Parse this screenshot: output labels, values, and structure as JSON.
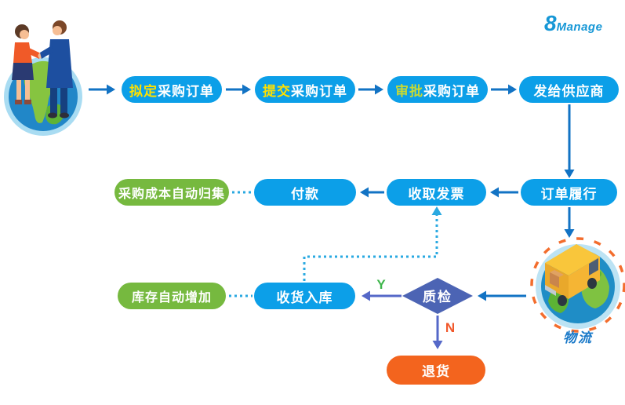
{
  "logo": {
    "prefix": "8",
    "name": "Manage"
  },
  "flow": {
    "draft": {
      "highlight": "拟定",
      "rest": "采购订单"
    },
    "submit": {
      "highlight": "提交",
      "rest": "采购订单"
    },
    "approve": {
      "highlight": "审批",
      "rest": "采购订单"
    },
    "send": {
      "label": "发给供应商"
    },
    "fulfill": {
      "label": "订单履行"
    },
    "invoice": {
      "label": "收取发票"
    },
    "pay": {
      "label": "付款"
    },
    "cost": {
      "label": "采购成本自动归集"
    },
    "receive": {
      "label": "收货入库"
    },
    "stock": {
      "label": "库存自动增加"
    },
    "qc": {
      "label": "质检"
    },
    "return": {
      "label": "退货"
    },
    "logistics": {
      "label": "物流"
    },
    "yes": "Y",
    "no": "N"
  },
  "colors": {
    "pill_blue": "#0C9FE8",
    "pill_green": "#76B93F",
    "pill_orange": "#F3641E",
    "diamond_blue": "#4C64B4",
    "arrow_blue": "#1273C4",
    "arrow_indigo": "#5568C8",
    "dotted_blue": "#2AA9E1",
    "highlight_yellow": "#FFE100",
    "highlight_lime": "#C6D935",
    "yes_green": "#3DB54A",
    "no_orange": "#F1582B",
    "logo_blue": "#1697D6",
    "logistics_label_blue": "#1878C8"
  }
}
